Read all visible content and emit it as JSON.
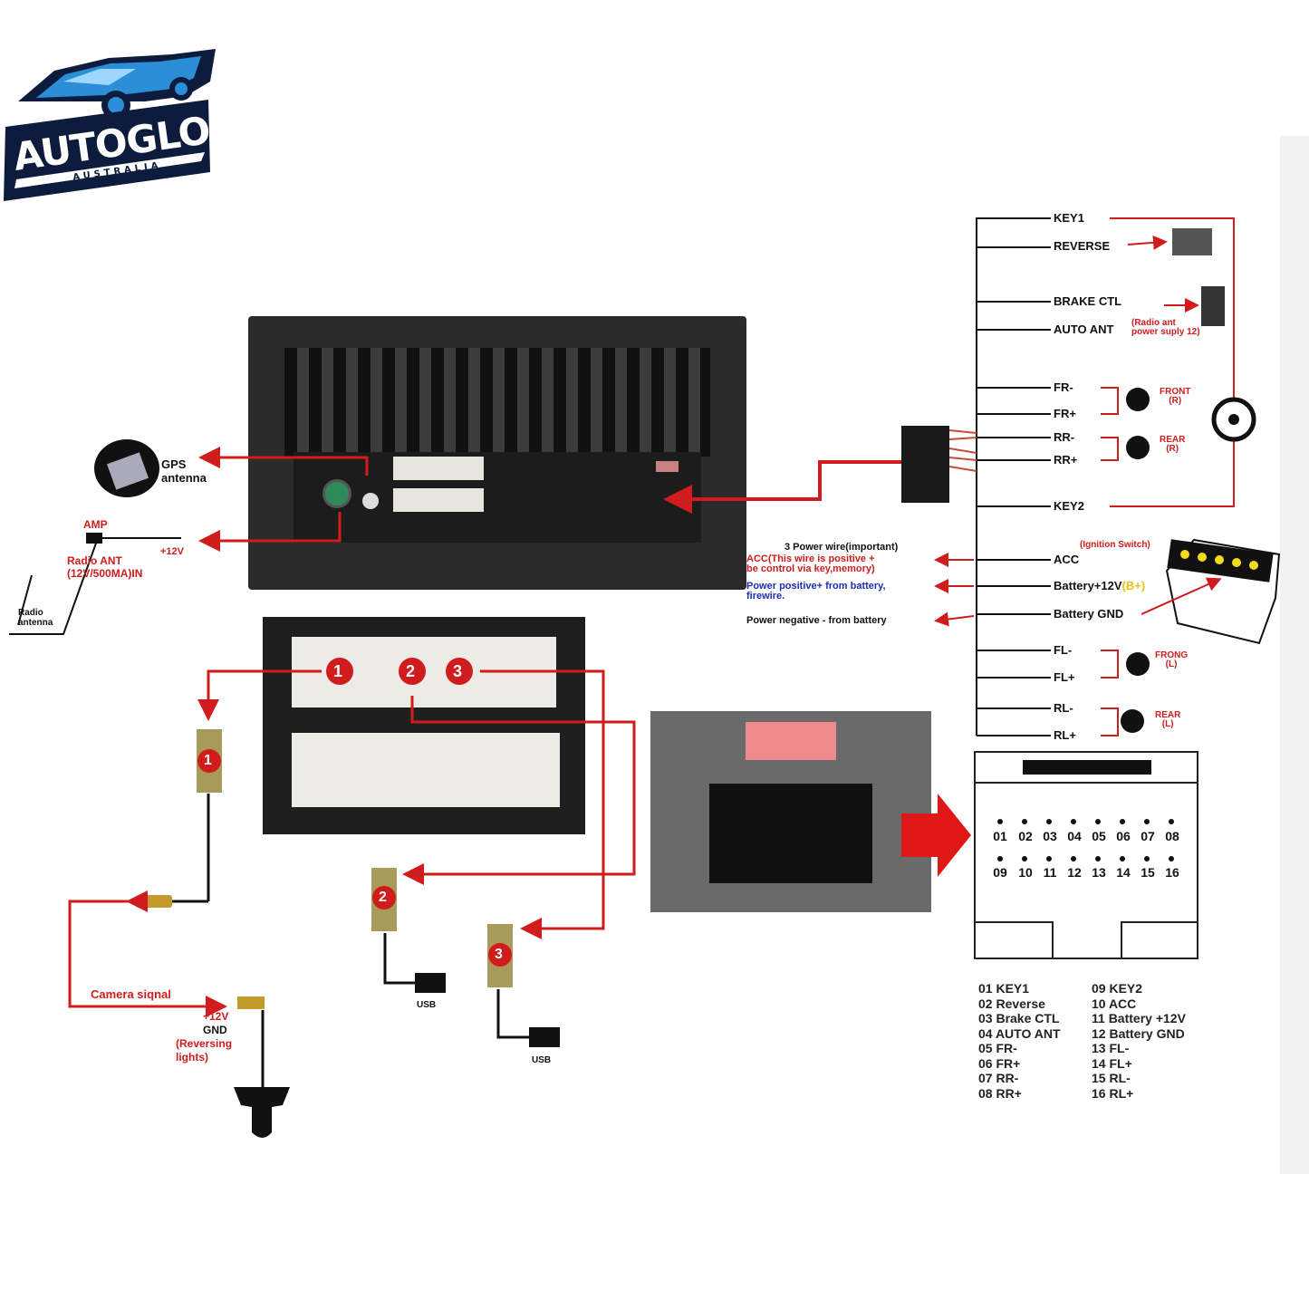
{
  "logo": {
    "brand": "AUTOGLO",
    "sub": "AUSTRALIA"
  },
  "left": {
    "gps": "GPS\nantenna",
    "amp": "AMP",
    "radio_ant": "Radio ANT\n(12V/500MA)IN",
    "plus12v": "+12V",
    "radio_antenna": "Radio\nantenna",
    "camera_signal": "Camera siqnal",
    "cam_12v": "+12V",
    "cam_gnd": "GND",
    "cam_rev": "(Reversing\nlights)",
    "usb": "USB"
  },
  "badges": [
    "1",
    "2",
    "3"
  ],
  "harness": {
    "key1": "KEY1",
    "reverse": "REVERSE",
    "brake": "BRAKE CTL",
    "auto_ant": "AUTO ANT",
    "auto_ant_note": "(Radio ant\npower suply 12)",
    "fr_minus": "FR-",
    "fr_plus": "FR+",
    "rr_minus": "RR-",
    "rr_plus": "RR+",
    "key2": "KEY2",
    "acc": "ACC",
    "battery_plus": "Battery+12V",
    "battery_plus_b": "(B+)",
    "battery_gnd": "Battery GND",
    "fl_minus": "FL-",
    "fl_plus": "FL+",
    "rl_minus": "RL-",
    "rl_plus": "RL+",
    "front_r": "FRONT\n(R)",
    "rear_r": "REAR\n(R)",
    "front_l": "FRONG\n(L)",
    "rear_l": "REAR\n(L)",
    "ignition": "(Ignition Switch)"
  },
  "power": {
    "title": "3 Power wire(important)",
    "acc_note": "ACC(This wire is positive +\nbe control via key,memory)",
    "pos_note": "Power positive+ from battery,\nfirewire.",
    "neg_note": "Power negative - from battery"
  },
  "pins_row1": [
    "01",
    "02",
    "03",
    "04",
    "05",
    "06",
    "07",
    "08"
  ],
  "pins_row2": [
    "09",
    "10",
    "11",
    "12",
    "13",
    "14",
    "15",
    "16"
  ],
  "legend_left": [
    "01 KEY1",
    "02 Reverse",
    "03 Brake CTL",
    "04 AUTO ANT",
    "05 FR-",
    "06 FR+",
    "07 RR-",
    "08 RR+"
  ],
  "legend_right": [
    "09 KEY2",
    "10 ACC",
    "11 Battery +12V",
    "12 Battery GND",
    "13 FL-",
    "14 FL+",
    "15 RL-",
    "16 RL+"
  ],
  "colors": {
    "arrow": "#d01c1c",
    "brand_blue": "#2a8fd6",
    "brand_dark": "#0d1b3d"
  }
}
